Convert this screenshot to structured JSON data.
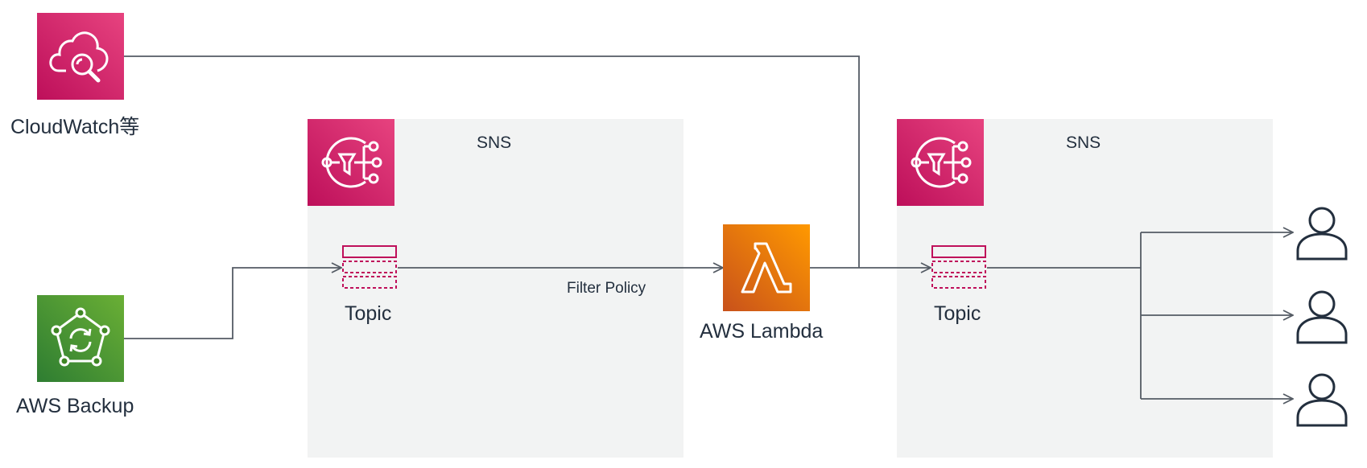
{
  "nodes": {
    "cloudwatch": {
      "label": "CloudWatch等",
      "icon": "cloudwatch-icon"
    },
    "backup": {
      "label": "AWS Backup",
      "icon": "aws-backup-icon"
    },
    "lambda": {
      "label": "AWS Lambda",
      "icon": "lambda-icon"
    },
    "sns_left": {
      "title": "SNS",
      "topic_label": "Topic",
      "icon": "sns-icon"
    },
    "sns_right": {
      "title": "SNS",
      "topic_label": "Topic",
      "icon": "sns-icon"
    },
    "users": [
      {
        "icon": "user-icon"
      },
      {
        "icon": "user-icon"
      },
      {
        "icon": "user-icon"
      }
    ]
  },
  "edges": {
    "filter_label": "Filter Policy"
  },
  "colors": {
    "sns_pink": "#e7437f",
    "backup_green": "#3f8624",
    "lambda_orange": "#ff9900",
    "group_bg": "#f2f3f3",
    "line": "#545b64"
  }
}
